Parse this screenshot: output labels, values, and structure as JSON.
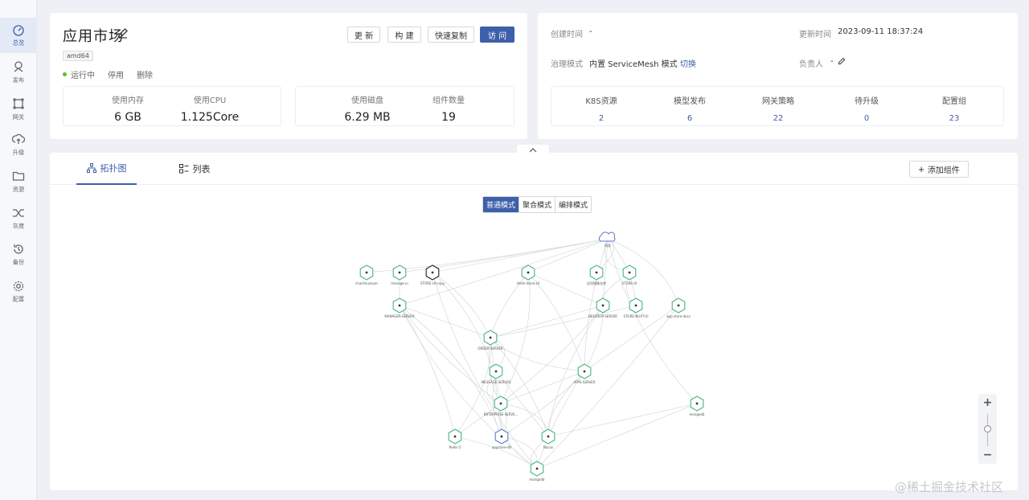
{
  "sidebar": {
    "items": [
      {
        "label": "总览",
        "icon": "dashboard-icon",
        "active": true
      },
      {
        "label": "发布",
        "icon": "publish-icon",
        "active": false
      },
      {
        "label": "网关",
        "icon": "gateway-icon",
        "active": false
      },
      {
        "label": "升级",
        "icon": "upgrade-icon",
        "active": false
      },
      {
        "label": "资源",
        "icon": "folder-icon",
        "active": false
      },
      {
        "label": "灰度",
        "icon": "shuffle-icon",
        "active": false
      },
      {
        "label": "备份",
        "icon": "history-icon",
        "active": false
      },
      {
        "label": "配置",
        "icon": "gear-icon",
        "active": false
      }
    ]
  },
  "app": {
    "title": "应用市场",
    "arch_tag": "amd64",
    "status": "运行中",
    "actions": {
      "stop": "停用",
      "delete": "删除"
    },
    "buttons": {
      "update": "更 新",
      "build": "构 建",
      "quick_copy": "快速复制",
      "visit": "访 问"
    },
    "metrics_a": [
      {
        "label": "使用内存",
        "value": "6 GB"
      },
      {
        "label": "使用CPU",
        "value": "1.125Core"
      }
    ],
    "metrics_b": [
      {
        "label": "使用磁盘",
        "value": "6.29 MB"
      },
      {
        "label": "组件数量",
        "value": "19"
      }
    ]
  },
  "info": {
    "created_label": "创建时间",
    "created_value": "-",
    "updated_label": "更新时间",
    "updated_value": "2023-09-11 18:37:24",
    "governance_label": "治理模式",
    "governance_value": "内置 ServiceMesh 模式",
    "governance_switch": "切换",
    "owner_label": "负责人",
    "owner_value": "-",
    "resources": [
      {
        "label": "K8S资源",
        "value": "2"
      },
      {
        "label": "模型发布",
        "value": "6"
      },
      {
        "label": "网关策略",
        "value": "22"
      },
      {
        "label": "待升级",
        "value": "0"
      },
      {
        "label": "配置组",
        "value": "23"
      }
    ]
  },
  "tabs": [
    {
      "label": "拓扑图",
      "icon": "topology-icon",
      "active": true
    },
    {
      "label": "列表",
      "icon": "list-icon",
      "active": false
    }
  ],
  "add_component": "添加组件",
  "modes": [
    {
      "label": "普通模式",
      "active": true
    },
    {
      "label": "聚合模式",
      "active": false
    },
    {
      "label": "编排模式",
      "active": false
    }
  ],
  "topology": {
    "gateway_label": "网关",
    "nodes": [
      {
        "id": "n1",
        "label": "chartmuseum"
      },
      {
        "id": "n2",
        "label": "manage-ui"
      },
      {
        "id": "n3",
        "label": "STORE-UI-copy"
      },
      {
        "id": "n4",
        "label": "Helm-Store-UI"
      },
      {
        "id": "n5",
        "label": "应用镜像仓库"
      },
      {
        "id": "n6",
        "label": "STORE-UI"
      },
      {
        "id": "n7",
        "label": "MANAGER-SERVER"
      },
      {
        "id": "n8",
        "label": "DELIVERY-SERVER"
      },
      {
        "id": "n9",
        "label": "STORE-NUXT-UI"
      },
      {
        "id": "n10",
        "label": "app-store-docs"
      },
      {
        "id": "n11",
        "label": "ORDER-SERVER"
      },
      {
        "id": "n12",
        "label": "MESSAGE-SERVER"
      },
      {
        "id": "n13",
        "label": "APPS-SERVER"
      },
      {
        "id": "n14",
        "label": "ENTERPRISE-SERVE..."
      },
      {
        "id": "n15",
        "label": "mongodb"
      },
      {
        "id": "n16",
        "label": "Redis-5"
      },
      {
        "id": "n17",
        "label": "appstore-db"
      },
      {
        "id": "n18",
        "label": "Nacos"
      },
      {
        "id": "n19",
        "label": "mongodb"
      }
    ]
  },
  "zoom": {
    "plus": "+",
    "minus": "−"
  },
  "watermark": "@稀土掘金技术社区"
}
